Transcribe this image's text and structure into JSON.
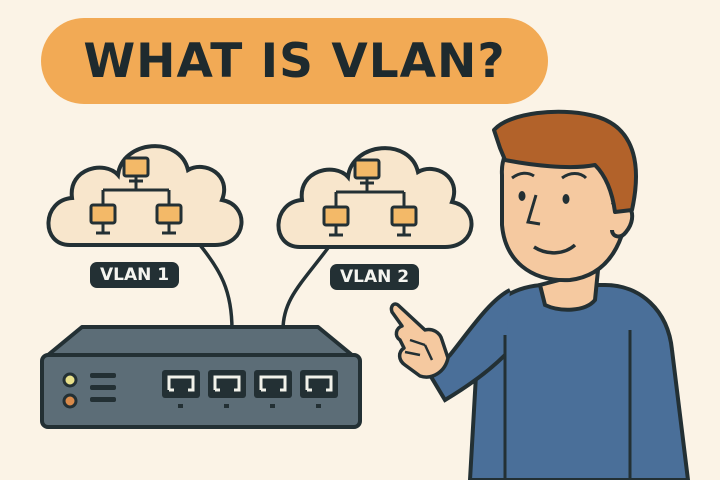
{
  "title": "WHAT IS VLAN?",
  "networks": [
    {
      "label": "VLAN 1",
      "devices": 3
    },
    {
      "label": "VLAN 2",
      "devices": 3
    }
  ],
  "switch": {
    "ports": 4,
    "status_leds": [
      "#e8e08a",
      "#d98a4a"
    ]
  },
  "colors": {
    "background": "#fbf3e6",
    "title_pill": "#f2aa55",
    "outline": "#233034",
    "monitor_screen": "#f3b968",
    "switch_body": "#5c6d77",
    "shirt": "#4a6f99",
    "hair": "#b2622a",
    "skin": "#f5c9a0"
  }
}
